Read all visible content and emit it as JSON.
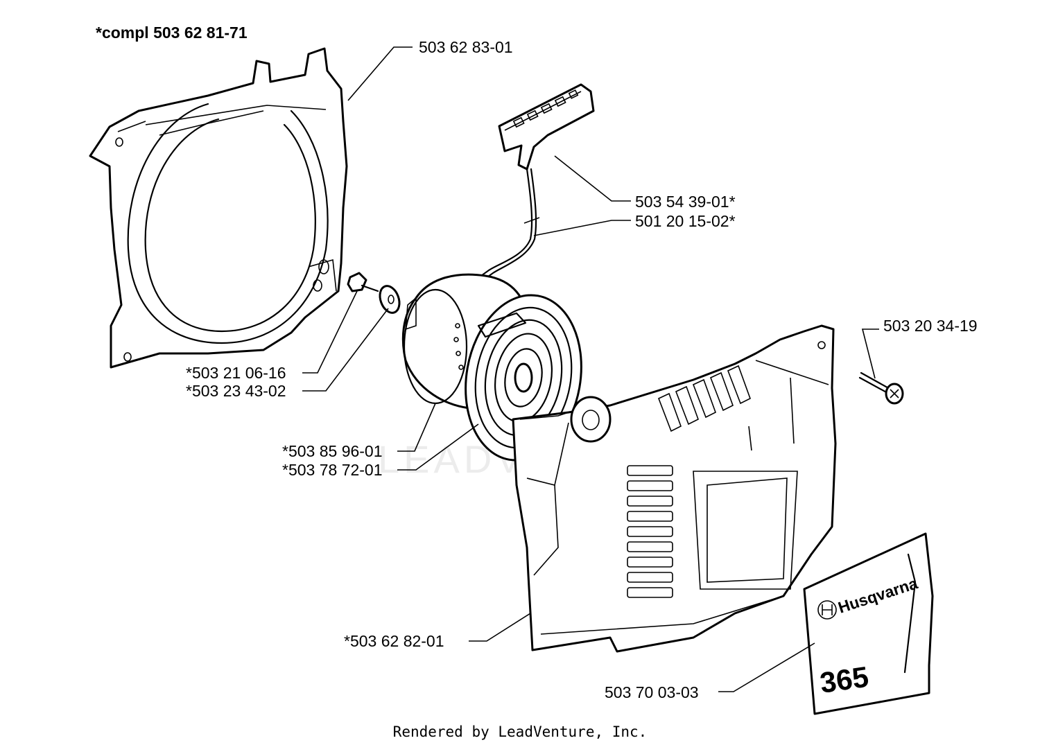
{
  "title": "*compl 503 62 81-71",
  "watermark": "LEADVENTURE",
  "footer": "Rendered by LeadVenture, Inc.",
  "decal": {
    "brand": "Husqvarna",
    "model": "365"
  },
  "parts": [
    {
      "id": "fan-housing",
      "number": "503 62 83-01"
    },
    {
      "id": "starter-handle",
      "number": "503 54 39-01*"
    },
    {
      "id": "starter-cord",
      "number": "501 20 15-02*"
    },
    {
      "id": "cover-screw",
      "number": "503 20 34-19"
    },
    {
      "id": "pulley-screw",
      "number": "*503 21 06-16"
    },
    {
      "id": "washer",
      "number": "*503 23 43-02"
    },
    {
      "id": "rope-pulley",
      "number": "*503 85 96-01"
    },
    {
      "id": "recoil-spring",
      "number": "*503 78 72-01"
    },
    {
      "id": "starter-cover",
      "number": "*503 62 82-01"
    },
    {
      "id": "decal",
      "number": "503 70 03-03"
    }
  ]
}
